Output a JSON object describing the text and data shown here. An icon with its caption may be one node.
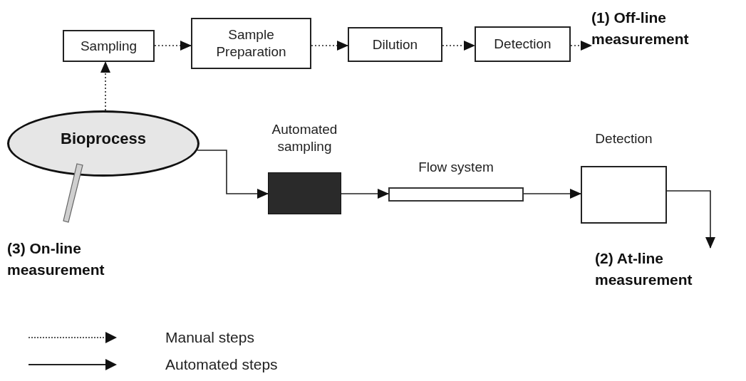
{
  "diagram": {
    "nodes": [
      {
        "text": [
          "Sampling"
        ]
      },
      {
        "text": [
          "Sample Preparation"
        ]
      },
      {
        "text": [
          "Dilution"
        ]
      },
      {
        "text": [
          "Detection"
        ]
      },
      {
        "text": [
          "(1) Off-line measurement"
        ]
      },
      {
        "text": [
          "Bioprocess"
        ]
      },
      {
        "text": [
          "Automated sampling"
        ]
      },
      {
        "text": [
          "Flow system"
        ]
      },
      {
        "text": [
          "Detection"
        ]
      },
      {
        "text": [
          "(2) At-line measurement"
        ]
      }
    ],
    "edges": [
      {
        "from": 0,
        "to": 1,
        "arrow": "to",
        "style": "dashed"
      },
      {
        "from": 1,
        "to": 2,
        "arrow": "to",
        "style": "dashed"
      },
      {
        "from": 2,
        "to": 3,
        "arrow": "to",
        "style": "dashed"
      },
      {
        "from": 3,
        "to": 4,
        "arrow": "to",
        "style": "dashed"
      },
      {
        "from": 5,
        "to": 0,
        "arrow": "to",
        "style": "dashed"
      },
      {
        "from": 5,
        "to": 6,
        "arrow": "to"
      },
      {
        "from": 6,
        "to": 7,
        "arrow": "to"
      },
      {
        "from": 7,
        "to": 8,
        "arrow": "to"
      },
      {
        "from": 8,
        "to": 9,
        "arrow": "to"
      }
    ],
    "labels": [
      "(3) On-line measurement"
    ],
    "legend": [
      {
        "text": "Manual steps"
      },
      {
        "text": "Automated steps"
      }
    ]
  }
}
